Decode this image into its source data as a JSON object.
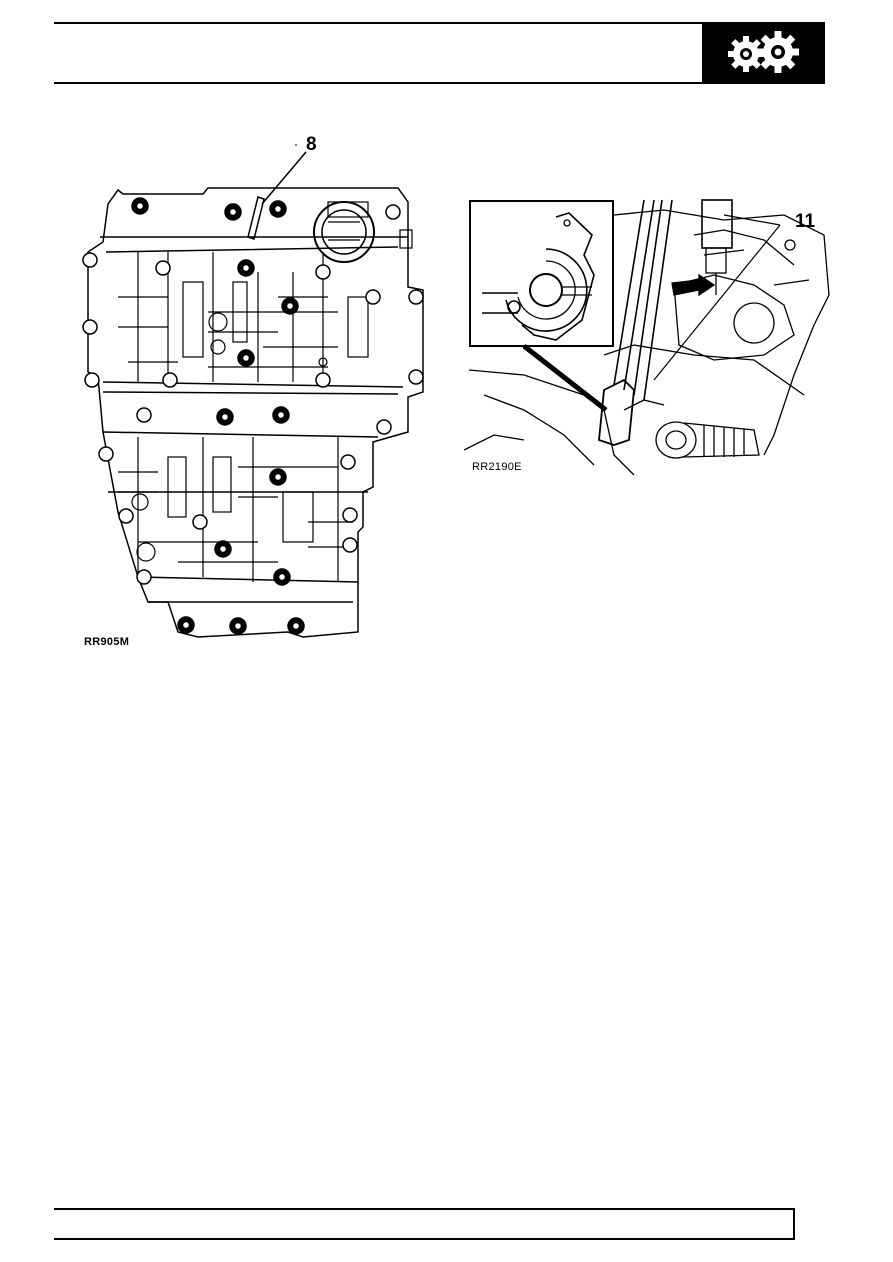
{
  "header": {
    "badge_icon": "gears-icon"
  },
  "figures": {
    "valve_body": {
      "callout": "8",
      "code": "RR905M"
    },
    "selector_detail": {
      "callout": "11",
      "code": "RR2190E"
    }
  },
  "colors": {
    "ink": "#000000",
    "paper": "#ffffff"
  }
}
